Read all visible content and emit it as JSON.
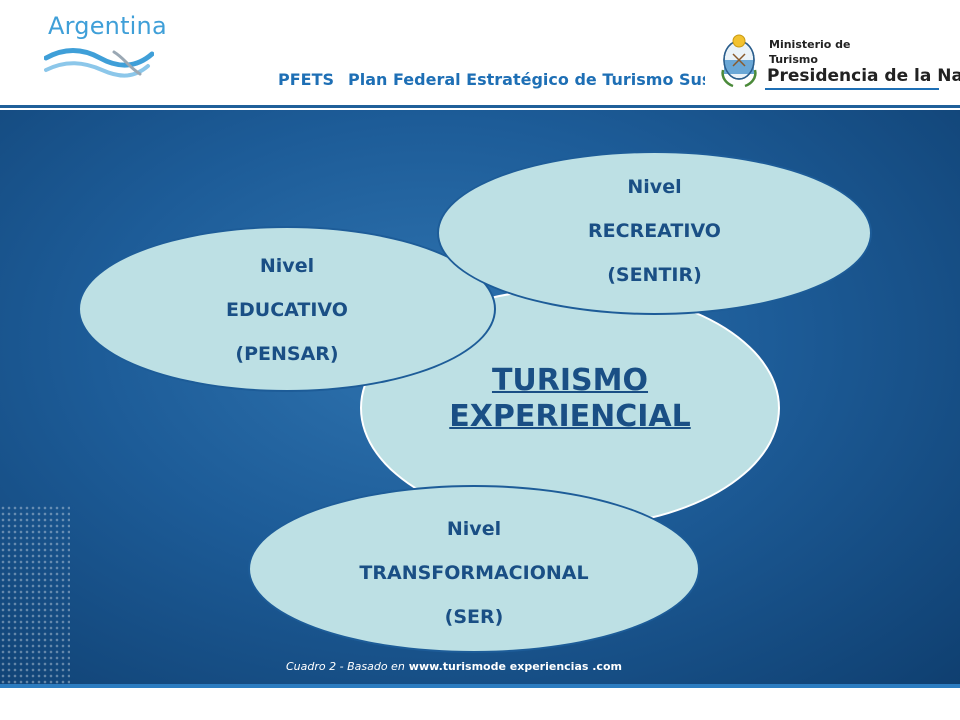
{
  "header": {
    "brand": "Argentina",
    "program_acronym": "PFETS",
    "program_name": "Plan Federal Estratégico de Turismo Sustentable",
    "ministry_line1": "Ministerio de",
    "ministry_line2": "Turismo",
    "ministry_line3": "Presidencia de la Nación"
  },
  "diagram": {
    "center": {
      "line1": "TURISMO",
      "line2": "EXPERIENCIAL"
    },
    "educativo": {
      "line1": "Nivel",
      "line2": "EDUCATIVO",
      "line3": "(PENSAR)"
    },
    "recreativo": {
      "line1": "Nivel",
      "line2": "RECREATIVO",
      "line3": "(SENTIR)"
    },
    "transformacional": {
      "line1": "Nivel",
      "line2": "TRANSFORMACIONAL",
      "line3": "(SER)"
    }
  },
  "footer": {
    "caption_prefix": "Cuadro  2 - Basado en",
    "caption_site": "www.turismode experiencias .com"
  },
  "colors": {
    "panel_blue": "#1d5c98",
    "ellipse_fill": "#bde0e4",
    "text_navy": "#1a4f85",
    "brand_blue": "#3f9fd8"
  },
  "icons": [
    "argentina-wave-logo-icon",
    "national-seal-icon"
  ]
}
